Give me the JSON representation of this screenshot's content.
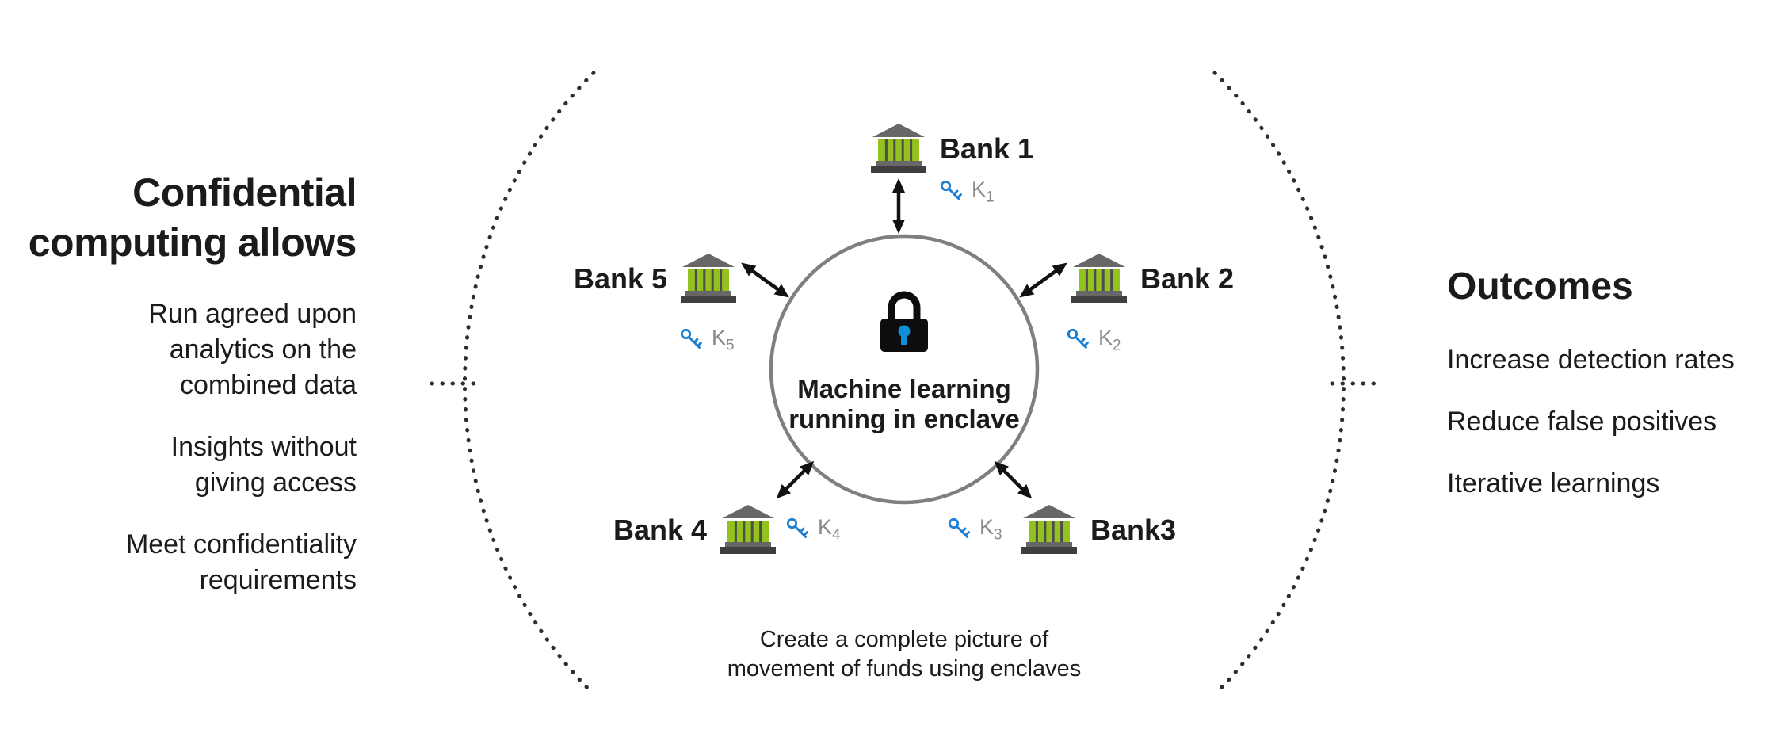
{
  "left_panel": {
    "heading_line1": "Confidential",
    "heading_line2": "computing allows",
    "items": [
      "Run agreed upon analytics on the combined data",
      "Insights without giving access",
      "Meet confidentiality requirements"
    ]
  },
  "right_panel": {
    "heading": "Outcomes",
    "items": [
      "Increase detection rates",
      "Reduce false positives",
      "Iterative learnings"
    ]
  },
  "enclave": {
    "label_line1": "Machine learning",
    "label_line2": "running in enclave",
    "icon": "lock-icon"
  },
  "caption": {
    "line1": "Create a complete picture of",
    "line2": "movement of funds using enclaves"
  },
  "banks": [
    {
      "label": "Bank 1",
      "key": "K",
      "key_sub": "1",
      "icon": "bank-icon"
    },
    {
      "label": "Bank 2",
      "key": "K",
      "key_sub": "2",
      "icon": "bank-icon"
    },
    {
      "label": "Bank3",
      "key": "K",
      "key_sub": "3",
      "icon": "bank-icon"
    },
    {
      "label": "Bank 4",
      "key": "K",
      "key_sub": "4",
      "icon": "bank-icon"
    },
    {
      "label": "Bank 5",
      "key": "K",
      "key_sub": "5",
      "icon": "bank-icon"
    }
  ],
  "colors": {
    "text": "#1b1b1b",
    "muted_gray": "#8a8a8a",
    "bank_green": "#93c11e",
    "bank_gray": "#676767",
    "bank_dark": "#3f3f3f",
    "key_blue": "#1b7ed0",
    "lock_keyhole": "#0e8fd6",
    "circle_stroke": "#7f7f7f",
    "dots": "#2e2e2e",
    "arrow": "#111111"
  }
}
